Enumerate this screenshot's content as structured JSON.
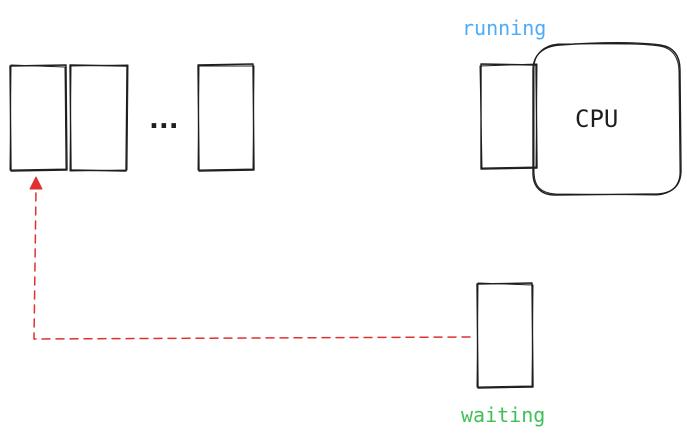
{
  "colors": {
    "ink": "#1e1e1e",
    "running_fill": "#a5d8ff",
    "running_text": "#4dabf7",
    "waiting_fill": "#b2f2bb",
    "waiting_text": "#40c057",
    "arrow": "#e03131"
  },
  "labels": {
    "running": "running",
    "waiting": "waiting",
    "cpu": "CPU",
    "ellipsis": "..."
  }
}
